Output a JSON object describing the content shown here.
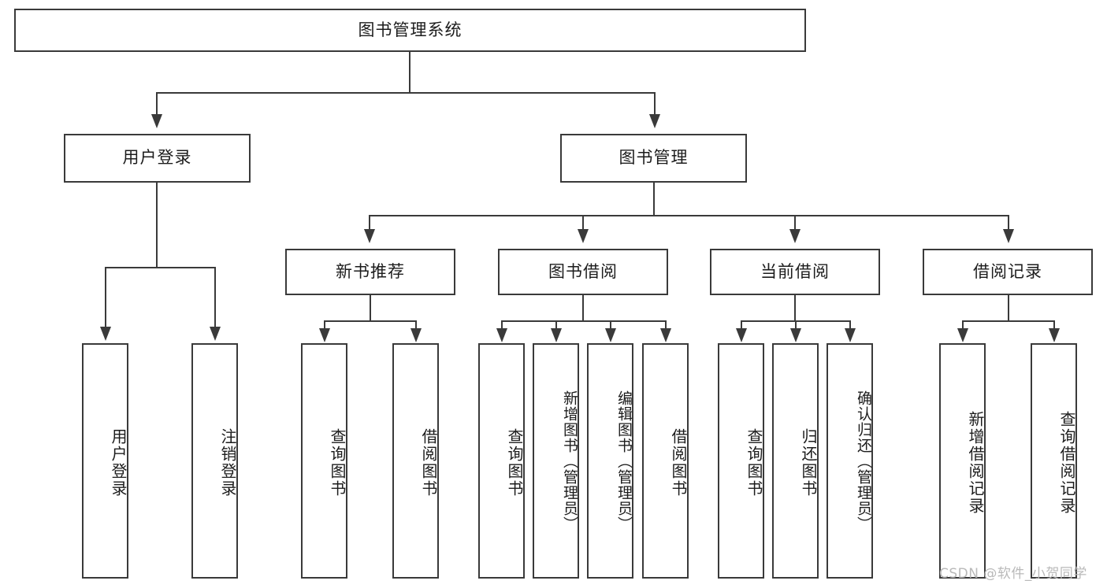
{
  "diagram": {
    "title": "图书管理系统",
    "type": "hierarchy-tree",
    "root": {
      "label": "图书管理系统",
      "level": 1
    },
    "level2": [
      {
        "label": "用户登录"
      },
      {
        "label": "图书管理"
      }
    ],
    "level3": [
      {
        "label": "新书推荐",
        "parent": "图书管理"
      },
      {
        "label": "图书借阅",
        "parent": "图书管理"
      },
      {
        "label": "当前借阅",
        "parent": "图书管理"
      },
      {
        "label": "借阅记录",
        "parent": "图书管理"
      }
    ],
    "leaves": {
      "user_login": [
        {
          "label": "用户登录"
        },
        {
          "label": "注销登录"
        }
      ],
      "new_book_recommend": [
        {
          "label": "查询图书"
        },
        {
          "label": "借阅图书"
        }
      ],
      "book_borrow": [
        {
          "label": "查询图书"
        },
        {
          "label": "新增图书（管理员）"
        },
        {
          "label": "编辑图书（管理员）"
        },
        {
          "label": "借阅图书"
        }
      ],
      "current_borrow": [
        {
          "label": "查询图书"
        },
        {
          "label": "归还图书"
        },
        {
          "label": "确认归还（管理员）"
        }
      ],
      "borrow_record": [
        {
          "label": "新增借阅记录"
        },
        {
          "label": "查询借阅记录"
        }
      ]
    }
  },
  "watermark": {
    "text": "CSDN @软件_小贺同学"
  },
  "colors": {
    "stroke": "#3a3a3a",
    "background": "#ffffff",
    "text": "#1c1c1c",
    "watermark": "#b9b9b9"
  }
}
